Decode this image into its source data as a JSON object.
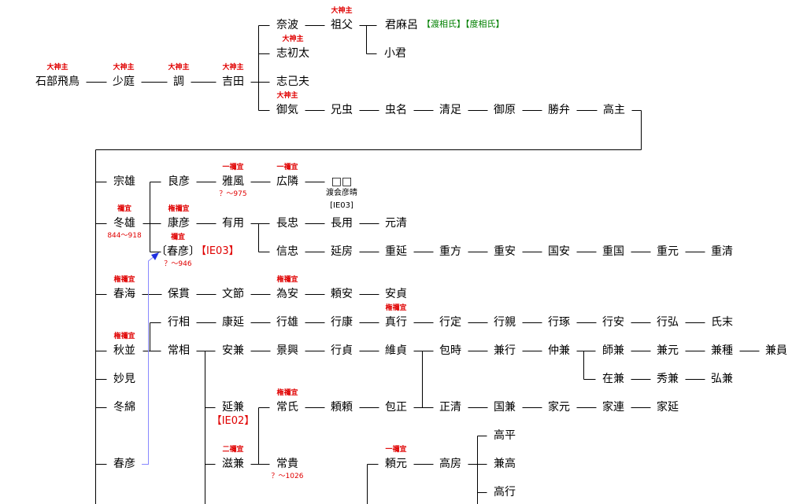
{
  "people": {
    "p1": {
      "name": "石部飛鳥",
      "title": "大神主"
    },
    "p2": {
      "name": "少庭",
      "title": "大神主"
    },
    "p3": {
      "name": "調",
      "title": "大神主"
    },
    "p4": {
      "name": "吉田",
      "title": "大神主"
    },
    "p5": {
      "name": "奈波"
    },
    "p6": {
      "name": "志初太",
      "title": "大神主"
    },
    "p7": {
      "name": "志己夫"
    },
    "p8": {
      "name": "御気",
      "title": "大神主"
    },
    "p9": {
      "name": "祖父",
      "title": "大神主"
    },
    "p10": {
      "name": "君麻呂",
      "note": "【渡相氏】【度相氏】"
    },
    "p11": {
      "name": "小君"
    },
    "p12": {
      "name": "兄虫"
    },
    "p13": {
      "name": "虫名"
    },
    "p14": {
      "name": "清足"
    },
    "p15": {
      "name": "御原"
    },
    "p16": {
      "name": "勝弁"
    },
    "p17": {
      "name": "高主"
    },
    "p18": {
      "name": "宗雄"
    },
    "p19": {
      "name": "冬雄",
      "title": "禰宜",
      "note": "844～918"
    },
    "p20": {
      "name": "春海",
      "title": "権禰宜"
    },
    "p21": {
      "name": "秋並",
      "title": "権禰宜"
    },
    "p22": {
      "name": "妙見"
    },
    "p23": {
      "name": "冬綿"
    },
    "p24": {
      "name": "春彦"
    },
    "p25": {
      "name": "良彦"
    },
    "p26": {
      "name": "康彦",
      "title": "権禰宜"
    },
    "p27": {
      "name": "〔春彦〕",
      "title": "禰宜",
      "note": "？～946",
      "tag": "【IE03】"
    },
    "p28": {
      "name": "雅風",
      "title": "一禰宜",
      "note": "？～975"
    },
    "p29": {
      "name": "広隣",
      "title": "一禰宜"
    },
    "p30": {
      "name": "□□",
      "note": "渡会彦晴",
      "note2": "[IE03]"
    },
    "p31": {
      "name": "有用"
    },
    "p32": {
      "name": "長忠"
    },
    "p33": {
      "name": "長用"
    },
    "p34": {
      "name": "元清"
    },
    "p35": {
      "name": "信忠"
    },
    "p36": {
      "name": "延房"
    },
    "p37": {
      "name": "重延"
    },
    "p38": {
      "name": "重方"
    },
    "p39": {
      "name": "重安"
    },
    "p40": {
      "name": "国安"
    },
    "p41": {
      "name": "重国"
    },
    "p42": {
      "name": "重元"
    },
    "p43": {
      "name": "重清"
    },
    "p44": {
      "name": "保貫"
    },
    "p45": {
      "name": "文節"
    },
    "p46": {
      "name": "為安",
      "title": "権禰宜"
    },
    "p47": {
      "name": "頼安"
    },
    "p48": {
      "name": "安貞"
    },
    "p49": {
      "name": "行相"
    },
    "p50": {
      "name": "康延"
    },
    "p51": {
      "name": "行雄"
    },
    "p52": {
      "name": "行康"
    },
    "p53": {
      "name": "真行",
      "title": "権禰宜"
    },
    "p54": {
      "name": "行定"
    },
    "p55": {
      "name": "行親"
    },
    "p56": {
      "name": "行琢"
    },
    "p57": {
      "name": "行安"
    },
    "p58": {
      "name": "行弘"
    },
    "p59": {
      "name": "氏末"
    },
    "p60": {
      "name": "常相"
    },
    "p61": {
      "name": "安兼"
    },
    "p62": {
      "name": "景興"
    },
    "p63": {
      "name": "行貞"
    },
    "p64": {
      "name": "維貞"
    },
    "p65": {
      "name": "包時"
    },
    "p66": {
      "name": "兼行"
    },
    "p67": {
      "name": "仲兼"
    },
    "p68": {
      "name": "師兼"
    },
    "p69": {
      "name": "兼元"
    },
    "p70": {
      "name": "兼種"
    },
    "p71": {
      "name": "兼員"
    },
    "p72": {
      "name": "在兼"
    },
    "p73": {
      "name": "秀兼"
    },
    "p74": {
      "name": "弘兼"
    },
    "p75": {
      "name": "延兼",
      "tag": "【IE02】"
    },
    "p76": {
      "name": "常氏",
      "title": "権禰宜"
    },
    "p77": {
      "name": "頼頼"
    },
    "p78": {
      "name": "包正"
    },
    "p79": {
      "name": "正清"
    },
    "p80": {
      "name": "国兼"
    },
    "p81": {
      "name": "家元"
    },
    "p82": {
      "name": "家連"
    },
    "p83": {
      "name": "家延"
    },
    "p84": {
      "name": "滋兼",
      "title": "二禰宜"
    },
    "p85": {
      "name": "常貴",
      "note": "？～1026"
    },
    "p86": {
      "name": "頼元",
      "title": "一禰宜"
    },
    "p87": {
      "name": "高房"
    },
    "p88": {
      "name": "高平"
    },
    "p89": {
      "name": "兼高"
    },
    "p90": {
      "name": "高行"
    }
  },
  "colors": {
    "title": "#e00000",
    "clan_note": "#008000",
    "link_arrow": "#8888ff",
    "line": "#000000"
  }
}
